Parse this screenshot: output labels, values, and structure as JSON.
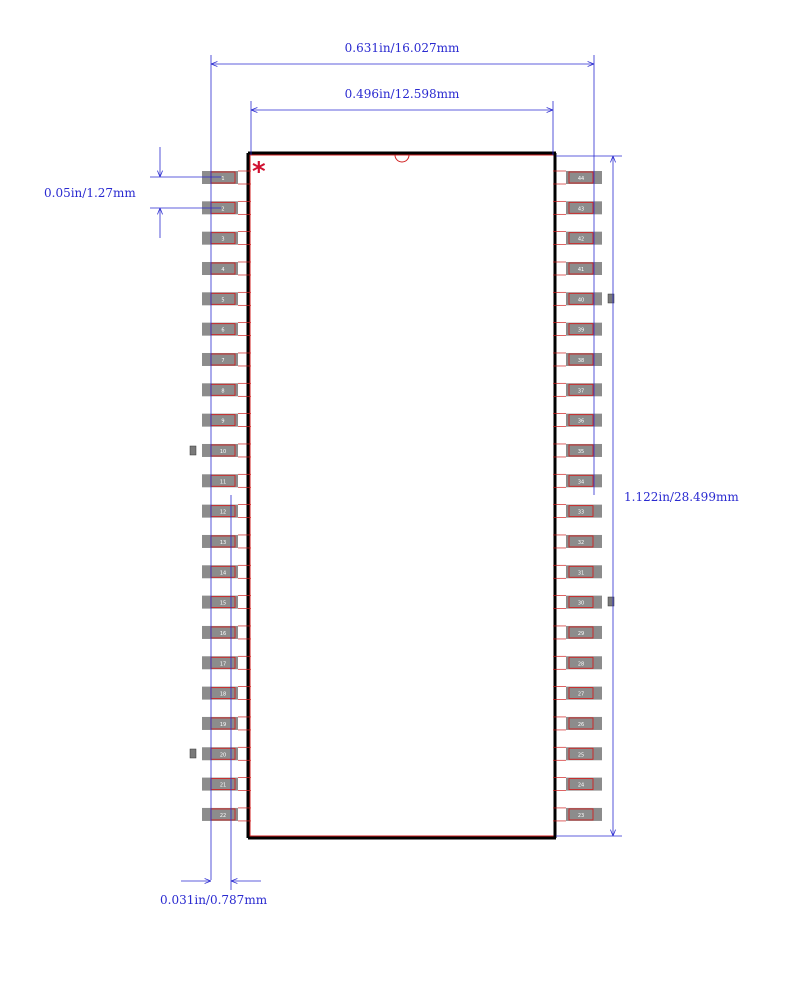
{
  "footprint": {
    "pin1_marker": "*",
    "pin_count": 44,
    "pins_per_side": 22,
    "left_pin_labels": [
      "1",
      "2",
      "3",
      "4",
      "5",
      "6",
      "7",
      "8",
      "9",
      "10",
      "11",
      "12",
      "13",
      "14",
      "15",
      "16",
      "17",
      "18",
      "19",
      "20",
      "21",
      "22"
    ],
    "right_pin_labels": [
      "44",
      "43",
      "42",
      "41",
      "40",
      "39",
      "38",
      "37",
      "36",
      "35",
      "34",
      "33",
      "32",
      "31",
      "30",
      "29",
      "28",
      "27",
      "26",
      "25",
      "24",
      "23"
    ]
  },
  "dimensions": {
    "overall_width": "0.631in/16.027mm",
    "body_width": "0.496in/12.598mm",
    "pin_pitch": "0.05in/1.27mm",
    "overall_height": "1.122in/28.499mm",
    "pad_width": "0.031in/0.787mm"
  },
  "colors": {
    "dimension": "#2a2ad0",
    "outline": "#000000",
    "courtyard": "#d02020",
    "pad": "#8c8c8c",
    "pin1_marker": "#d01030"
  }
}
